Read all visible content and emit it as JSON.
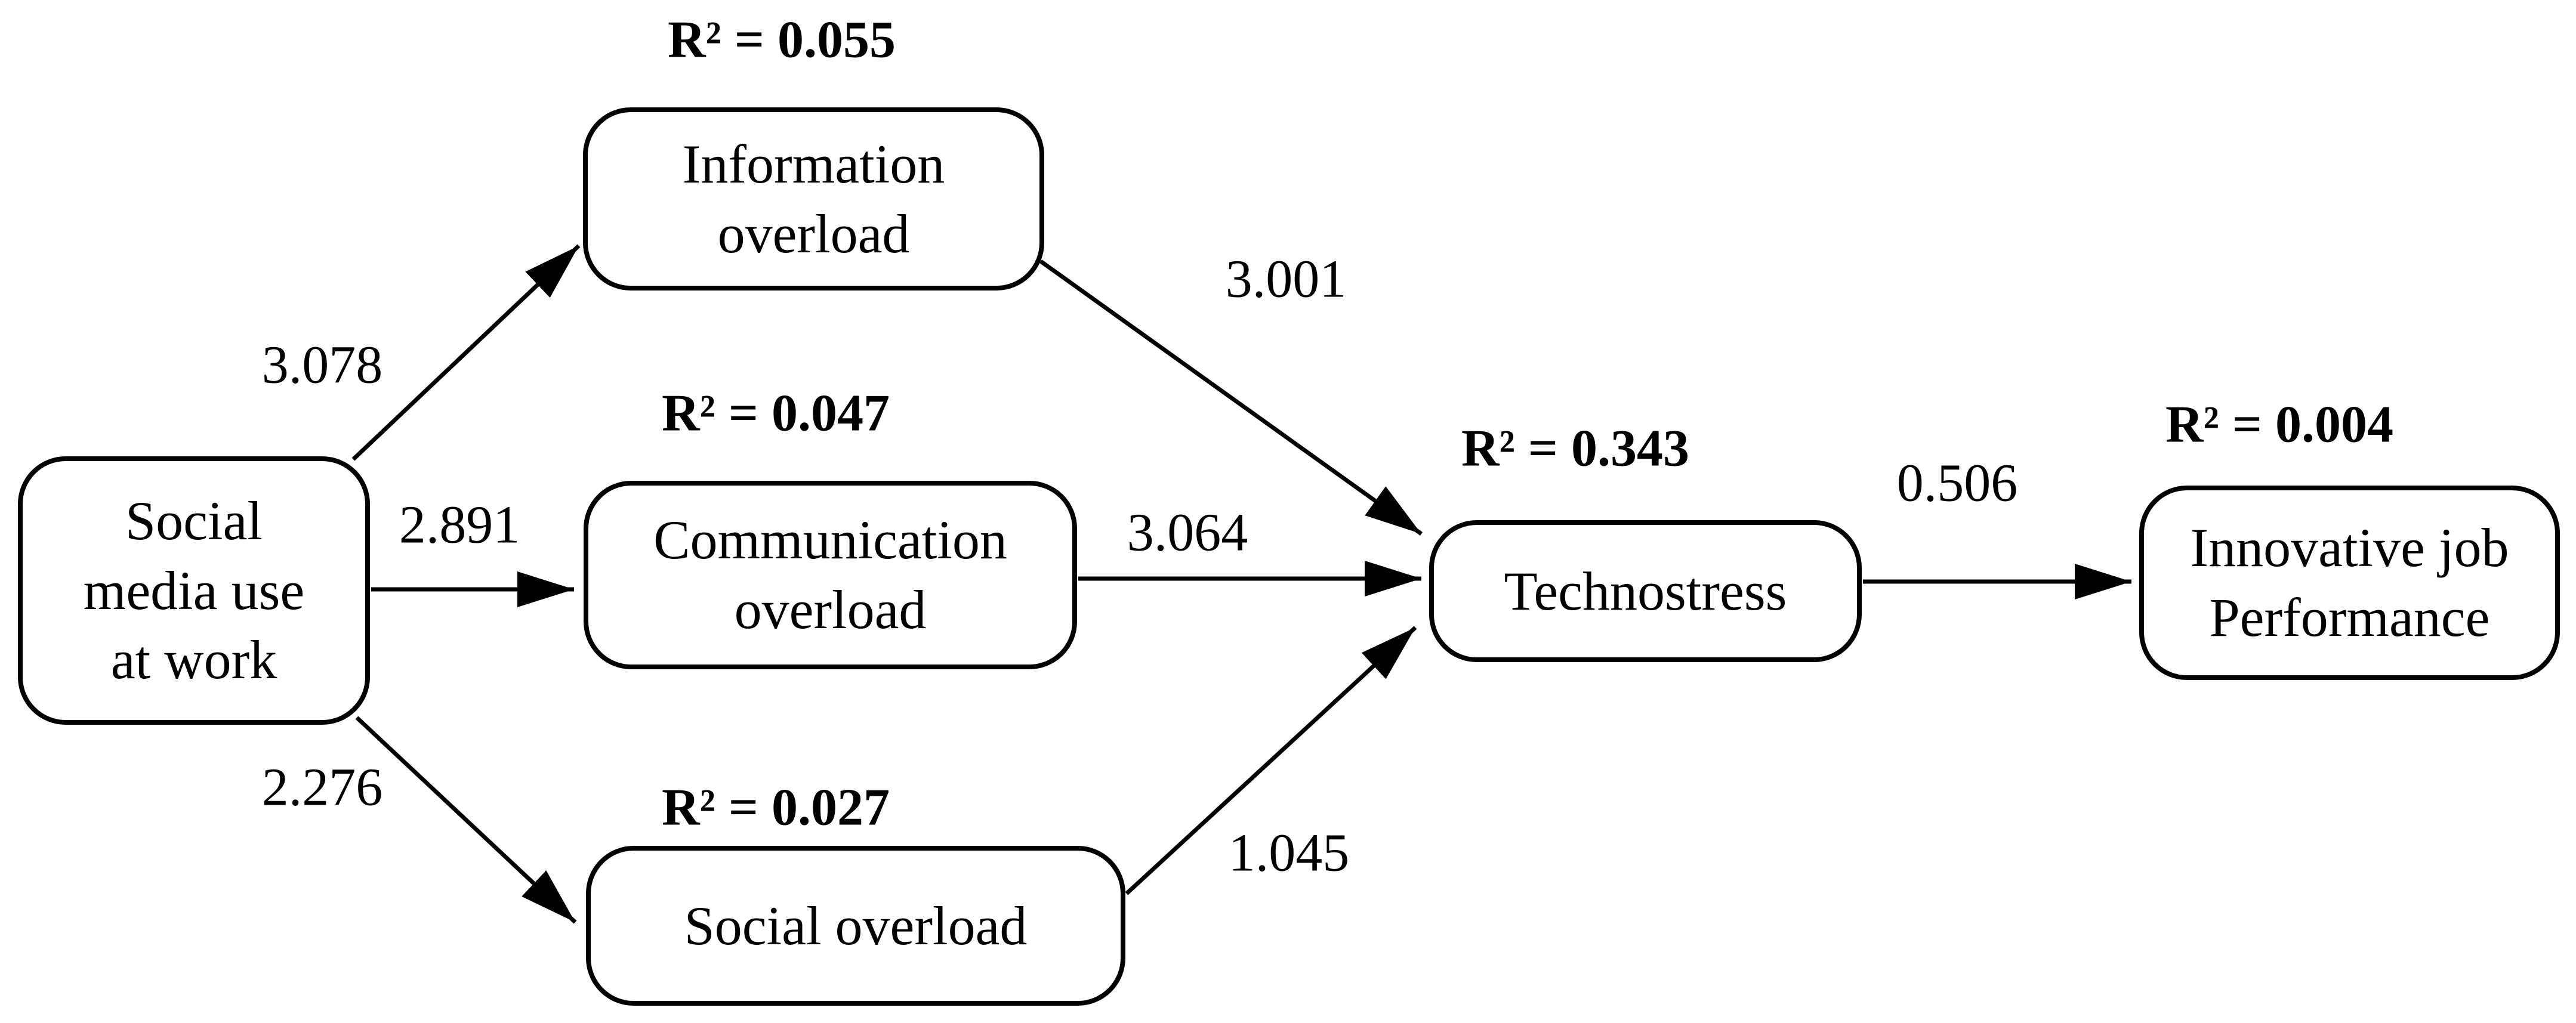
{
  "diagram": {
    "background_color": "#ffffff",
    "line_color": "#000000",
    "text_color": "#000000",
    "nodes": [
      {
        "id": "social-media-use-at-work",
        "label": "Social\nmedia use\nat work"
      },
      {
        "id": "information-overload",
        "label": "Information\noverload",
        "r2": "R² = 0.055"
      },
      {
        "id": "communication-overload",
        "label": "Communication\noverload",
        "r2": "R² = 0.047"
      },
      {
        "id": "social-overload",
        "label": "Social overload",
        "r2": "R² = 0.027"
      },
      {
        "id": "technostress",
        "label": "Technostress",
        "r2": "R² = 0.343"
      },
      {
        "id": "innovative-job-performance",
        "label": "Innovative job\nPerformance",
        "r2": "R² = 0.004"
      }
    ],
    "paths": [
      {
        "from": "social-media-use-at-work",
        "to": "information-overload",
        "coef": "3.078"
      },
      {
        "from": "social-media-use-at-work",
        "to": "communication-overload",
        "coef": "2.891"
      },
      {
        "from": "social-media-use-at-work",
        "to": "social-overload",
        "coef": "2.276"
      },
      {
        "from": "information-overload",
        "to": "technostress",
        "coef": "3.001"
      },
      {
        "from": "communication-overload",
        "to": "technostress",
        "coef": "3.064"
      },
      {
        "from": "social-overload",
        "to": "technostress",
        "coef": "1.045"
      },
      {
        "from": "technostress",
        "to": "innovative-job-performance",
        "coef": "0.506"
      }
    ]
  }
}
